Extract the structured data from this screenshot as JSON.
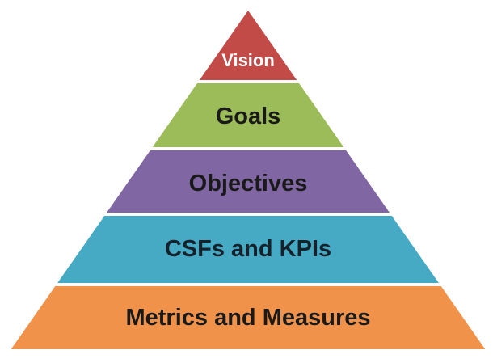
{
  "diagram": {
    "type": "pyramid",
    "background": "#ffffff",
    "levels": [
      {
        "label": "Vision",
        "color": "#c24b48",
        "text_color": "#ffffff"
      },
      {
        "label": "Goals",
        "color": "#9cbb59",
        "text_color": "#1a1a1a"
      },
      {
        "label": "Objectives",
        "color": "#8066a3",
        "text_color": "#1a1a1a"
      },
      {
        "label": "CSFs and KPIs",
        "color": "#47aac5",
        "text_color": "#15222b"
      },
      {
        "label": "Metrics and Measures",
        "color": "#f0924a",
        "text_color": "#1a1a1a"
      }
    ]
  }
}
